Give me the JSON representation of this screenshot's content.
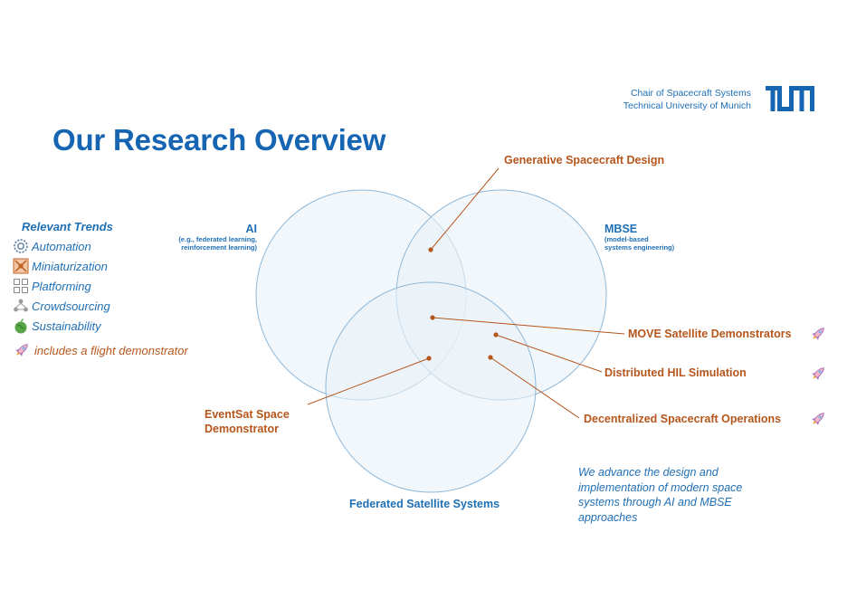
{
  "header": {
    "title": "Our Research Overview",
    "chair_line1": "Chair of Spacecraft Systems",
    "chair_line2": "Technical University of Munich",
    "logo_text": "TUM"
  },
  "trends": {
    "heading": "Relevant Trends",
    "items": [
      {
        "label": "Automation",
        "icon": "gear-network-icon"
      },
      {
        "label": "Miniaturization",
        "icon": "shrink-arrows-icon"
      },
      {
        "label": "Platforming",
        "icon": "modules-icon"
      },
      {
        "label": "Crowdsourcing",
        "icon": "people-network-icon"
      },
      {
        "label": "Sustainability",
        "icon": "earth-plant-icon"
      }
    ],
    "flight_note": "includes a flight demonstrator"
  },
  "sets": {
    "ai": {
      "label": "AI",
      "sub1": "(e.g., federated learning,",
      "sub2": "reinforcement learning)"
    },
    "mbse": {
      "label": "MBSE",
      "sub1": "(model-based",
      "sub2": "systems engineering)"
    },
    "fss": {
      "label": "Federated Satellite Systems"
    }
  },
  "topics": {
    "generative": "Generative Spacecraft Design",
    "move": "MOVE Satellite Demonstrators",
    "hil": "Distributed HIL Simulation",
    "decentral": "Decentralized Spacecraft Operations",
    "eventsat_line1": "EventSat Space",
    "eventsat_line2": "Demonstrator"
  },
  "statement": "We advance the design and implementation of modern space systems through AI and MBSE approaches",
  "colors": {
    "blue": "#1f6fb5",
    "title_blue": "#1565b3",
    "orange": "#b5561c",
    "circle_fill": "#e9f1f8",
    "circle_stroke": "#8fb8d8"
  }
}
